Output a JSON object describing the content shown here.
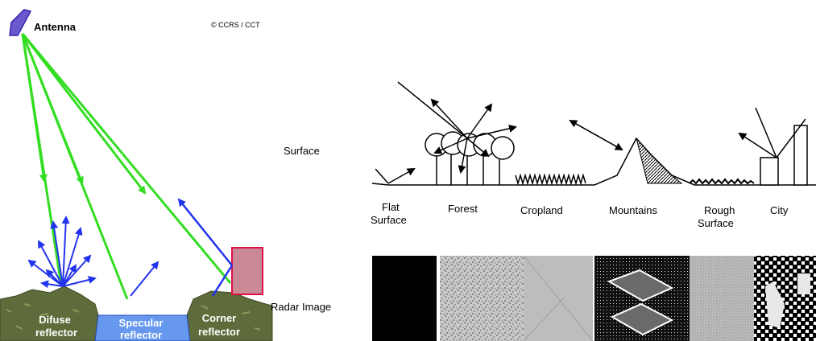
{
  "left_panel": {
    "antenna_label": "Antenna",
    "copyright": "© CCRS / CCT",
    "reflectors": [
      {
        "line1": "Difuse",
        "line2": "reflector"
      },
      {
        "line1": "Specular",
        "line2": "reflector"
      },
      {
        "line1": "Corner",
        "line2": "reflector"
      }
    ],
    "colors": {
      "incident_ray": "#33dd22",
      "reflected_ray": "#2233ee",
      "ground": "#5e6b3a",
      "water": "#6699ee",
      "building_fill": "#c98a96",
      "building_stroke": "#dd1144",
      "antenna": "#6a5acd"
    }
  },
  "right_panel": {
    "row_labels": {
      "surface": "Surface",
      "radar": "Radar Image"
    },
    "surface_types": [
      {
        "line1": "Flat",
        "line2": "Surface"
      },
      {
        "line1": "Forest",
        "line2": ""
      },
      {
        "line1": "Cropland",
        "line2": ""
      },
      {
        "line1": "Mountains",
        "line2": ""
      },
      {
        "line1": "Rough",
        "line2": "Surface"
      },
      {
        "line1": "City",
        "line2": ""
      }
    ]
  }
}
